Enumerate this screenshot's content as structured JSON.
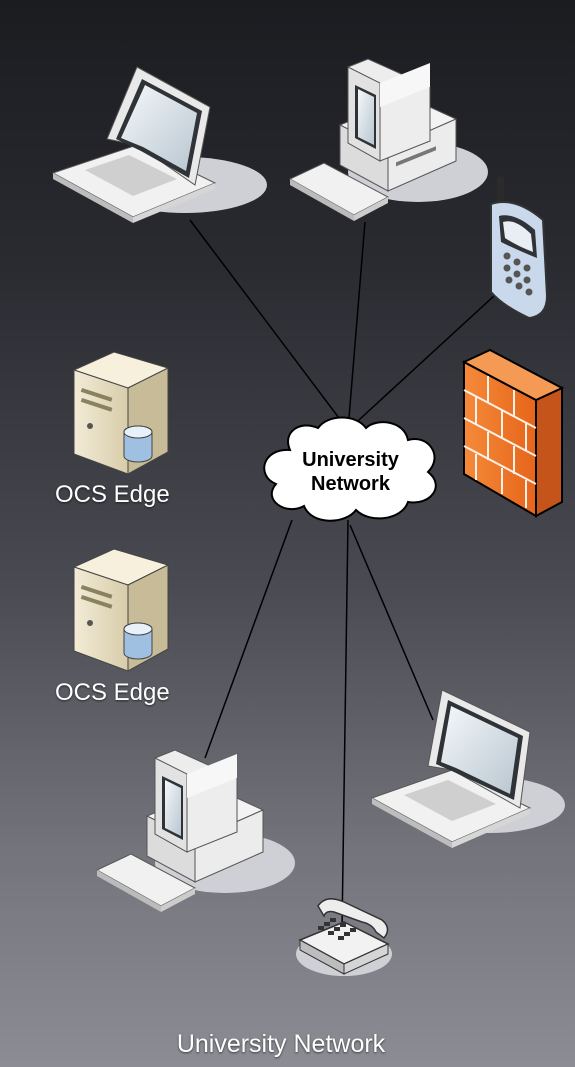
{
  "cloud": {
    "line1": "University",
    "line2": "Network"
  },
  "servers": [
    {
      "label": "OCS Edge"
    },
    {
      "label": "OCS Edge"
    }
  ],
  "caption": "University Network",
  "icons": [
    "laptop-icon",
    "desktop-computer-icon",
    "mobile-phone-icon",
    "firewall-icon",
    "server-icon",
    "server-icon",
    "desktop-computer-icon",
    "laptop-icon",
    "telephone-icon"
  ],
  "colors": {
    "firewall": "#f07a2a",
    "cloud": "#ffffff",
    "connector": "#000000"
  }
}
